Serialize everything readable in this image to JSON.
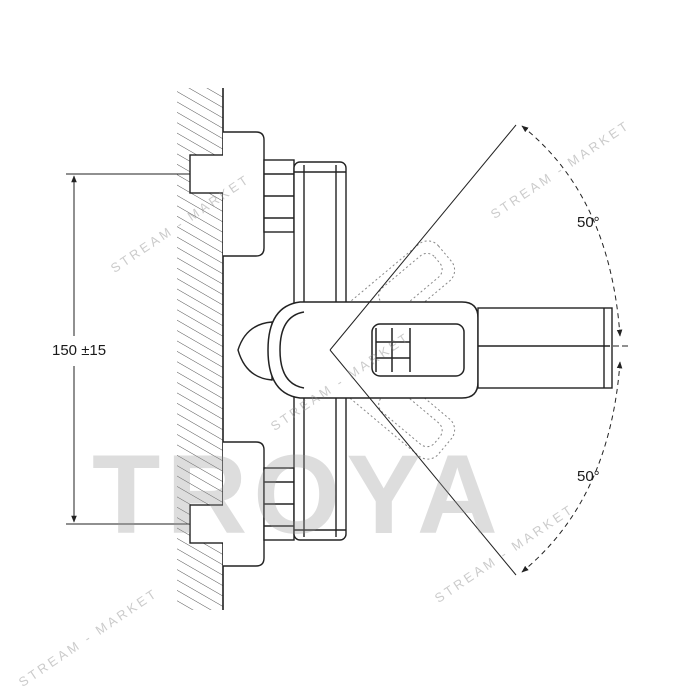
{
  "drawing": {
    "dimension_label": "150 ±15",
    "angle_top": "50°",
    "angle_bottom": "50°"
  },
  "watermarks": {
    "brand": "TROYA",
    "store": "STREAM - MARKET"
  },
  "colors": {
    "line": "#222222",
    "dotted": "#888888",
    "watermark": "#9a9a9a"
  }
}
